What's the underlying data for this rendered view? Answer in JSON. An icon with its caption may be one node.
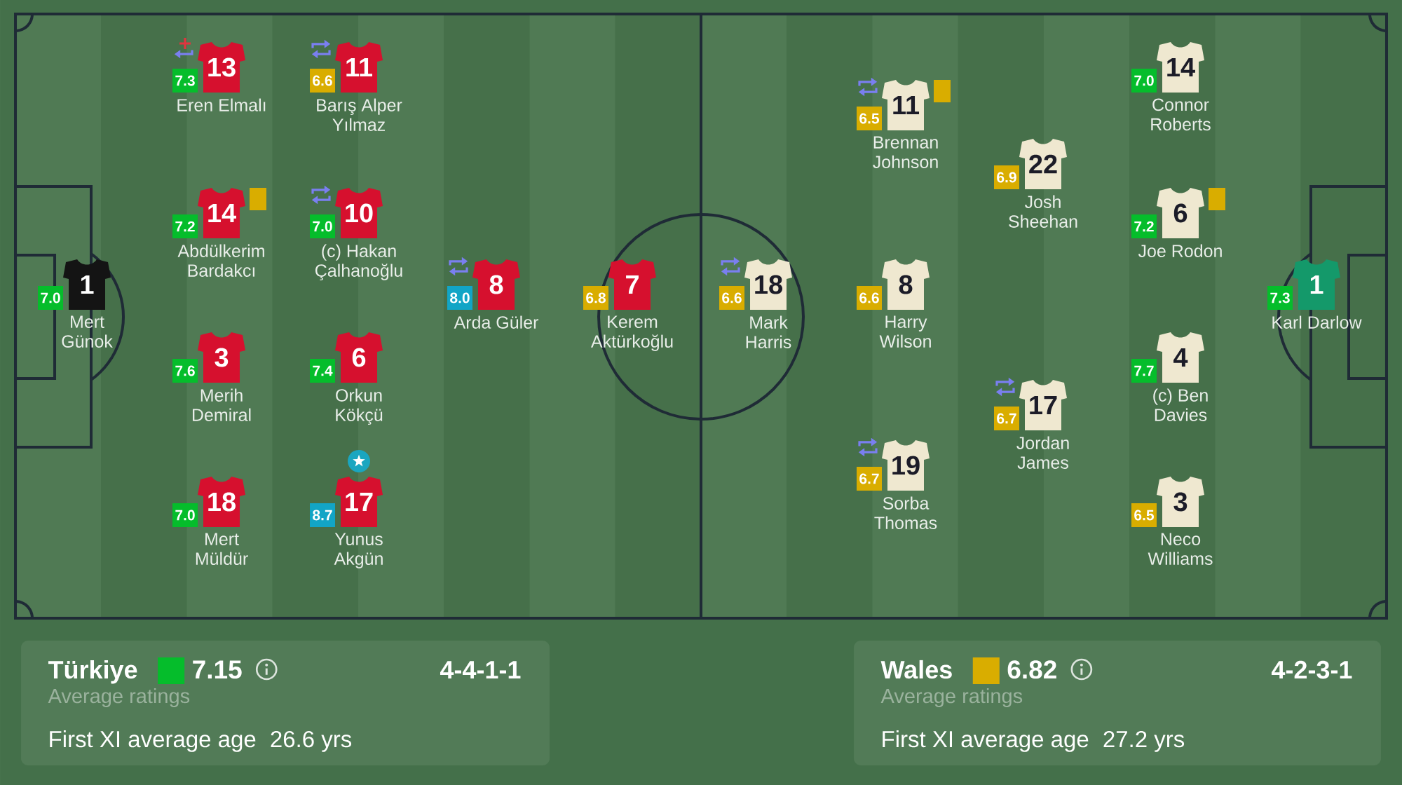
{
  "diagram": {
    "nodes": [
      {
        "text": [
          "1"
        ],
        "beside": [
          "Mert Günok"
        ]
      },
      {
        "text": [
          "7.0"
        ]
      },
      {
        "text": [
          "13"
        ],
        "beside": [
          "Eren Elmalı"
        ]
      },
      {
        "text": [
          "7.3"
        ]
      },
      {
        "text": [
          "14"
        ],
        "beside": [
          "Abdülkerim Bardakcı"
        ]
      },
      {
        "text": [
          "7.2"
        ]
      },
      {
        "text": [
          "3"
        ],
        "beside": [
          "Merih Demiral"
        ]
      },
      {
        "text": [
          "7.6"
        ]
      },
      {
        "text": [
          "18"
        ],
        "beside": [
          "Mert Müldür"
        ]
      },
      {
        "text": [
          "7.0"
        ]
      },
      {
        "text": [
          "11"
        ],
        "beside": [
          "Barış Alper Yılmaz"
        ]
      },
      {
        "text": [
          "6.6"
        ]
      },
      {
        "text": [
          "10"
        ],
        "beside": [
          "(c) Hakan Çalhanoğlu"
        ]
      },
      {
        "text": [
          "7.0"
        ]
      },
      {
        "text": [
          "6"
        ],
        "beside": [
          "Orkun Kökçü"
        ]
      },
      {
        "text": [
          "7.4"
        ]
      },
      {
        "text": [
          "17"
        ],
        "beside": [
          "Yunus Akgün"
        ]
      },
      {
        "text": [
          "8.7"
        ]
      },
      {
        "text": [
          "8"
        ],
        "beside": [
          "Arda Güler"
        ]
      },
      {
        "text": [
          "8.0"
        ]
      },
      {
        "text": [
          "7"
        ],
        "beside": [
          "Kerem Aktürkoğlu"
        ]
      },
      {
        "text": [
          "6.8"
        ]
      },
      {
        "text": [
          "18"
        ],
        "beside": [
          "Mark Harris"
        ]
      },
      {
        "text": [
          "6.6"
        ]
      },
      {
        "text": [
          "11"
        ],
        "beside": [
          "Brennan Johnson"
        ]
      },
      {
        "text": [
          "6.5"
        ]
      },
      {
        "text": [
          "8"
        ],
        "beside": [
          "Harry Wilson"
        ]
      },
      {
        "text": [
          "6.6"
        ]
      },
      {
        "text": [
          "19"
        ],
        "beside": [
          "Sorba Thomas"
        ]
      },
      {
        "text": [
          "6.7"
        ]
      },
      {
        "text": [
          "22"
        ],
        "beside": [
          "Josh Sheehan"
        ]
      },
      {
        "text": [
          "6.9"
        ]
      },
      {
        "text": [
          "17"
        ],
        "beside": [
          "Jordan James"
        ]
      },
      {
        "text": [
          "6.7"
        ]
      },
      {
        "text": [
          "14"
        ],
        "beside": [
          "Connor Roberts"
        ]
      },
      {
        "text": [
          "7.0"
        ]
      },
      {
        "text": [
          "6"
        ],
        "beside": [
          "Joe Rodon"
        ]
      },
      {
        "text": [
          "7.2"
        ]
      },
      {
        "text": [
          "4"
        ],
        "beside": [
          "(c) Ben Davies"
        ]
      },
      {
        "text": [
          "7.7"
        ]
      },
      {
        "text": [
          "3"
        ],
        "beside": [
          "Neco Williams"
        ]
      },
      {
        "text": [
          "6.5"
        ]
      },
      {
        "text": [
          "1"
        ],
        "beside": [
          "Karl Darlow"
        ]
      },
      {
        "text": [
          "7.3"
        ]
      },
      {
        "text": [
          "Türkiye",
          "7.15",
          "4-4-1-1",
          "Average ratings",
          "First XI average age",
          "26.6 yrs"
        ]
      },
      {
        "text": [
          "Wales",
          "6.82",
          "4-2-3-1",
          "Average ratings",
          "First XI average age",
          "27.2 yrs"
        ]
      }
    ]
  }
}
